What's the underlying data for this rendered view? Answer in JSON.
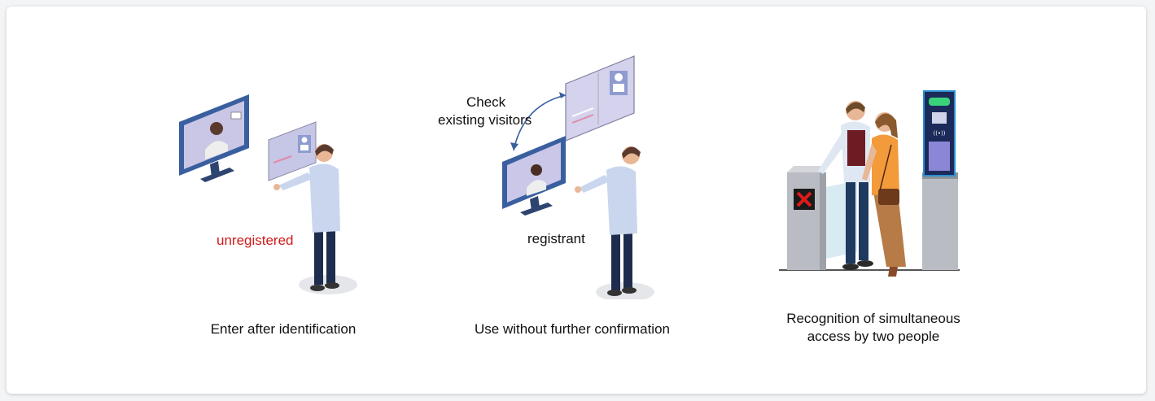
{
  "panels": [
    {
      "caption": "Enter after identification",
      "label": "unregistered",
      "label_color": "#d11a1a"
    },
    {
      "caption": "Use without further confirmation",
      "label": "registrant",
      "annotation_line1": "Check",
      "annotation_line2": "existing visitors"
    },
    {
      "caption_line1": "Recognition of simultaneous",
      "caption_line2": "access by two people"
    }
  ]
}
